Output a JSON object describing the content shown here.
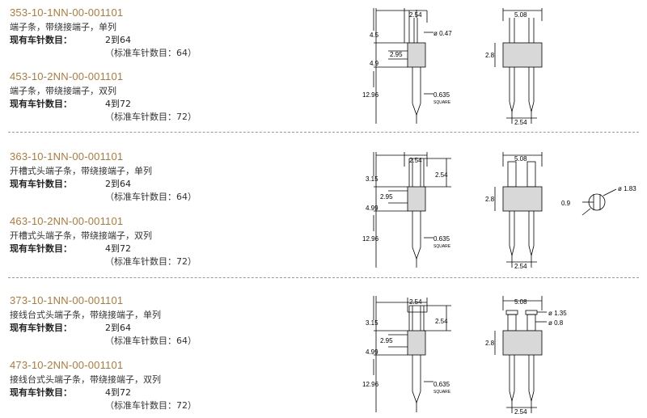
{
  "sections": [
    {
      "products": [
        {
          "part_no": "353-10-1NN-00-001101",
          "description": "端子条，带绕接端子，单列",
          "label": "现有车针数目：",
          "range": "2到64",
          "standard": "（标准车针数目：64）"
        },
        {
          "part_no": "453-10-2NN-00-001101",
          "description": "端子条，带绕接端子，双列",
          "label": "现有车针数目：",
          "range": "4到72",
          "standard": "（标准车针数目：72）"
        }
      ],
      "dims": {
        "pitch_top": "2.54",
        "upper": "4.5",
        "mid_a": "2.95",
        "mid_b": "4.9",
        "lower": "12.96",
        "pin_dia": "ø 0.47",
        "square": "0.635",
        "square_label": "SQUARE",
        "row_pitch": "5.08",
        "height": "2.8",
        "row_bottom": "2.54"
      }
    },
    {
      "products": [
        {
          "part_no": "363-10-1NN-00-001101",
          "description": "开槽式头端子条，带绕接端子，单列",
          "label": "现有车针数目：",
          "range": "2到64",
          "standard": "（标准车针数目：64）"
        },
        {
          "part_no": "463-10-2NN-00-001101",
          "description": "开槽式头端子条，带绕接端子，双列",
          "label": "现有车针数目：",
          "range": "4到72",
          "standard": "（标准车针数目：72）"
        }
      ],
      "dims": {
        "pitch_top": "2.54",
        "upper": "3.15",
        "slot": "2.54",
        "mid_a": "2.95",
        "mid_b": "4.99",
        "lower": "12.96",
        "square": "0.635",
        "square_label": "SQUARE",
        "row_pitch": "5.08",
        "height": "2.8",
        "row_bottom": "2.54",
        "detail_a": "0.9",
        "detail_dia": "ø 1.83"
      }
    },
    {
      "products": [
        {
          "part_no": "373-10-1NN-00-001101",
          "description": "接线台式头端子条，带绕接端子，单列",
          "label": "现有车针数目：",
          "range": "2到64",
          "standard": "（标准车针数目：64）"
        },
        {
          "part_no": "473-10-2NN-00-001101",
          "description": "接线台式头端子条，带绕接端子，双列",
          "label": "现有车针数目：",
          "range": "4到72",
          "standard": "（标准车针数目：72）"
        }
      ],
      "dims": {
        "pitch_top": "2.54",
        "upper": "3.15",
        "slot": "2.54",
        "mid_a": "2.95",
        "mid_b": "4.99",
        "lower": "12.96",
        "square": "0.635",
        "square_label": "SQUARE",
        "row_pitch": "5.08",
        "dia_head": "ø 1.35",
        "dia_shank": "ø 0.8",
        "height": "2.8",
        "row_bottom": "2.54"
      }
    }
  ]
}
